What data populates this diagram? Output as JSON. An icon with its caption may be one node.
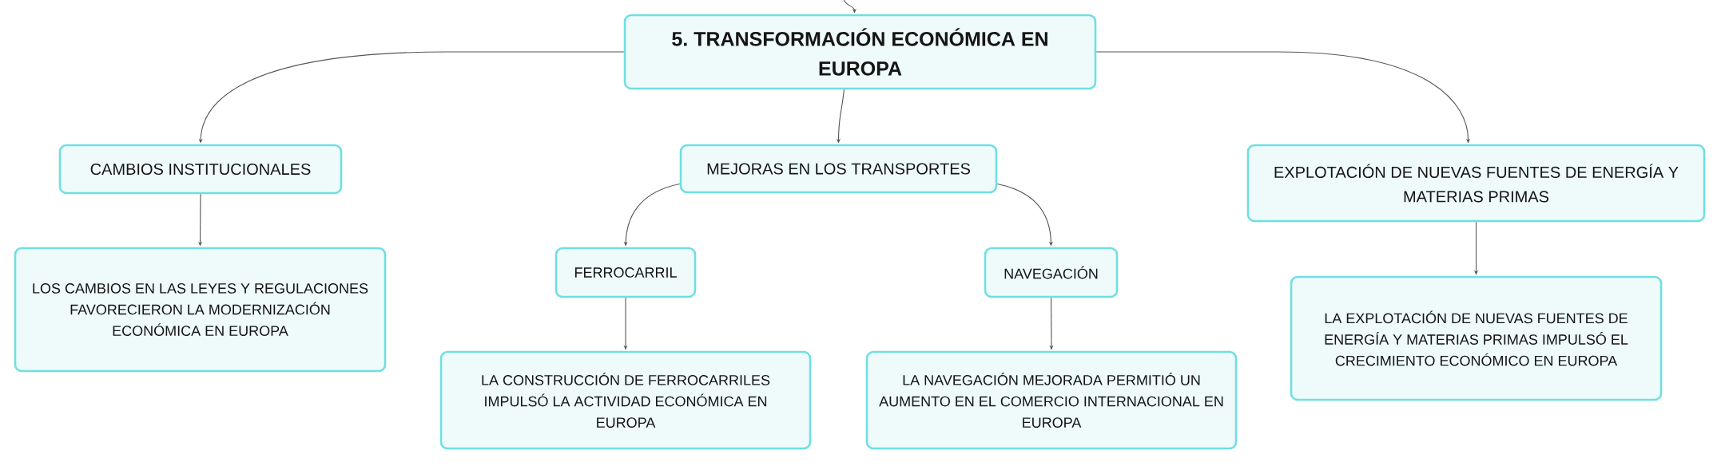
{
  "diagram": {
    "nodes": [
      {
        "text": [
          "5. TRANSFORMACIÓN ECONÓMICA EN EUROPA"
        ]
      },
      {
        "text": [
          "CAMBIOS INSTITUCIONALES"
        ]
      },
      {
        "text": [
          "LOS CAMBIOS EN LAS LEYES Y REGULACIONES FAVORECIERON LA MODERNIZACIÓN ECONÓMICA EN EUROPA"
        ]
      },
      {
        "text": [
          "MEJORAS EN LOS TRANSPORTES"
        ]
      },
      {
        "text": [
          "FERROCARRIL"
        ]
      },
      {
        "text": [
          "LA CONSTRUCCIÓN DE FERROCARRILES IMPULSÓ LA ACTIVIDAD ECONÓMICA EN EUROPA"
        ]
      },
      {
        "text": [
          "NAVEGACIÓN"
        ]
      },
      {
        "text": [
          "LA NAVEGACIÓN MEJORADA PERMITIÓ UN AUMENTO EN EL COMERCIO INTERNACIONAL EN EUROPA"
        ]
      },
      {
        "text": [
          "EXPLOTACIÓN DE NUEVAS FUENTES DE ENERGÍA Y MATERIAS PRIMAS"
        ]
      },
      {
        "text": [
          "LA EXPLOTACIÓN DE NUEVAS FUENTES DE ENERGÍA Y MATERIAS PRIMAS IMPULSÓ EL CRECIMIENTO ECONÓMICO EN EUROPA"
        ]
      }
    ],
    "edges": [
      {
        "from": null,
        "to": 0,
        "arrow": "to"
      },
      {
        "from": 0,
        "to": 1,
        "arrow": "to"
      },
      {
        "from": 0,
        "to": 3,
        "arrow": "to"
      },
      {
        "from": 0,
        "to": 8,
        "arrow": "to"
      },
      {
        "from": 1,
        "to": 2,
        "arrow": "to"
      },
      {
        "from": 3,
        "to": 4,
        "arrow": "to"
      },
      {
        "from": 3,
        "to": 6,
        "arrow": "to"
      },
      {
        "from": 4,
        "to": 5,
        "arrow": "to"
      },
      {
        "from": 6,
        "to": 7,
        "arrow": "to"
      },
      {
        "from": 8,
        "to": 9,
        "arrow": "to"
      }
    ]
  }
}
